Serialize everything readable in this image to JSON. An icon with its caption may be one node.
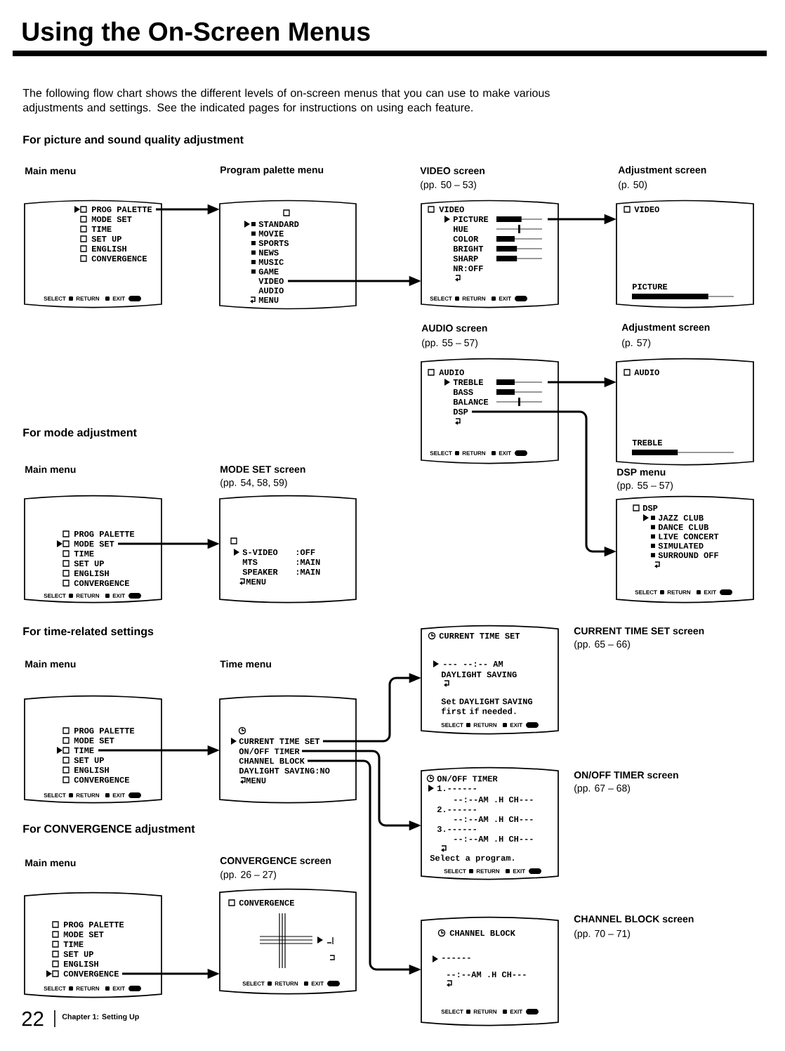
{
  "diagram": {
    "title": "Using the On-Screen Menus",
    "nodes": [
      {
        "text": [
          "Main menu",
          "PROG PALETTE",
          "MODE SET",
          "TIME",
          "SET UP",
          "ENGLISH",
          "CONVERGENCE",
          "SELECT",
          "RETURN",
          "EXIT"
        ]
      },
      {
        "text": [
          "Program palette menu",
          "STANDARD",
          "MOVIE",
          "SPORTS",
          "NEWS",
          "MUSIC",
          "GAME",
          "VIDEO",
          "AUDIO",
          "MENU"
        ]
      },
      {
        "text": [
          "VIDEO screen",
          "(pp. 50 – 53)",
          "VIDEO",
          "PICTURE",
          "HUE",
          "COLOR",
          "BRIGHT",
          "SHARP",
          "NR:OFF",
          "SELECT",
          "RETURN",
          "EXIT"
        ]
      },
      {
        "text": [
          "Adjustment screen",
          "(p. 50)",
          "VIDEO",
          "PICTURE"
        ]
      },
      {
        "text": [
          "AUDIO screen",
          "(pp. 55 – 57)",
          "AUDIO",
          "TREBLE",
          "BASS",
          "BALANCE",
          "DSP",
          "SELECT",
          "RETURN",
          "EXIT"
        ]
      },
      {
        "text": [
          "Adjustment screen",
          "(p. 57)",
          "AUDIO",
          "TREBLE"
        ]
      },
      {
        "text": [
          "DSP menu",
          "(pp. 55 – 57)",
          "DSP",
          "JAZZ CLUB",
          "DANCE CLUB",
          "LIVE CONCERT",
          "SIMULATED",
          "SURROUND OFF",
          "SELECT",
          "RETURN",
          "EXIT"
        ]
      },
      {
        "text": [
          "Main menu",
          "PROG PALETTE",
          "MODE SET",
          "TIME",
          "SET UP",
          "ENGLISH",
          "CONVERGENCE",
          "SELECT",
          "RETURN",
          "EXIT"
        ]
      },
      {
        "text": [
          "MODE SET screen",
          "(pp. 54, 58, 59)",
          "S-VIDEO",
          ":OFF",
          "MTS",
          ":MAIN",
          "SPEAKER",
          ":MAIN",
          "MENU"
        ]
      },
      {
        "text": [
          "Main menu",
          "PROG PALETTE",
          "MODE SET",
          "TIME",
          "SET UP",
          "ENGLISH",
          "CONVERGENCE",
          "SELECT",
          "RETURN",
          "EXIT"
        ]
      },
      {
        "text": [
          "Time menu",
          "CURRENT TIME SET",
          "ON/OFF TIMER",
          "CHANNEL BLOCK",
          "DAYLIGHT SAVING:NO",
          "MENU"
        ]
      },
      {
        "text": [
          "CURRENT TIME SET screen",
          "(pp. 65 – 66)",
          "CURRENT TIME SET",
          "--- --:-- AM",
          "DAYLIGHT SAVING",
          "Set DAYLIGHT SAVING first if needed.",
          "SELECT",
          "RETURN",
          "EXIT"
        ]
      },
      {
        "text": [
          "ON/OFF TIMER screen",
          "(pp. 67 – 68)",
          "ON/OFF TIMER",
          "1.------",
          "--:--AM .H CH---",
          "2.------",
          "--:--AM .H CH---",
          "3.------",
          "--:--AM .H CH---",
          "Select a program.",
          "SELECT",
          "RETURN",
          "EXIT"
        ]
      },
      {
        "text": [
          "Main menu",
          "PROG PALETTE",
          "MODE SET",
          "TIME",
          "SET UP",
          "ENGLISH",
          "CONVERGENCE",
          "SELECT",
          "RETURN",
          "EXIT"
        ]
      },
      {
        "text": [
          "CONVERGENCE screen",
          "(pp. 26 – 27)",
          "CONVERGENCE",
          "SELECT",
          "RETURN",
          "EXIT"
        ]
      },
      {
        "text": [
          "CHANNEL BLOCK screen",
          "(pp. 70 – 71)",
          "CHANNEL BLOCK",
          "------",
          "--:--AM .H CH---",
          "SELECT",
          "RETURN",
          "EXIT"
        ]
      }
    ],
    "edges": [
      {
        "from": 0,
        "to": 1,
        "arrow": "to"
      },
      {
        "from": 1,
        "to": 2,
        "arrow": "to"
      },
      {
        "from": 2,
        "to": 3,
        "arrow": "to"
      },
      {
        "from": 4,
        "to": 5,
        "arrow": "to"
      },
      {
        "from": 4,
        "to": 6,
        "arrow": "to"
      },
      {
        "from": 7,
        "to": 8,
        "arrow": "to"
      },
      {
        "from": 9,
        "to": 10,
        "arrow": "to"
      },
      {
        "from": 10,
        "to": 11,
        "arrow": "to"
      },
      {
        "from": 10,
        "to": 12,
        "arrow": "to"
      },
      {
        "from": 10,
        "to": 15,
        "arrow": "to"
      },
      {
        "from": 13,
        "to": 14,
        "arrow": "to"
      }
    ],
    "labels": [
      "The following flow chart shows the different levels of on-screen menus that you can use to make various adjustments and settings. See the indicated pages for instructions on using each feature.",
      "For picture and sound quality adjustment",
      "For mode adjustment",
      "For time-related settings",
      "For CONVERGENCE adjustment",
      "22",
      "Chapter 1: Setting Up"
    ]
  }
}
